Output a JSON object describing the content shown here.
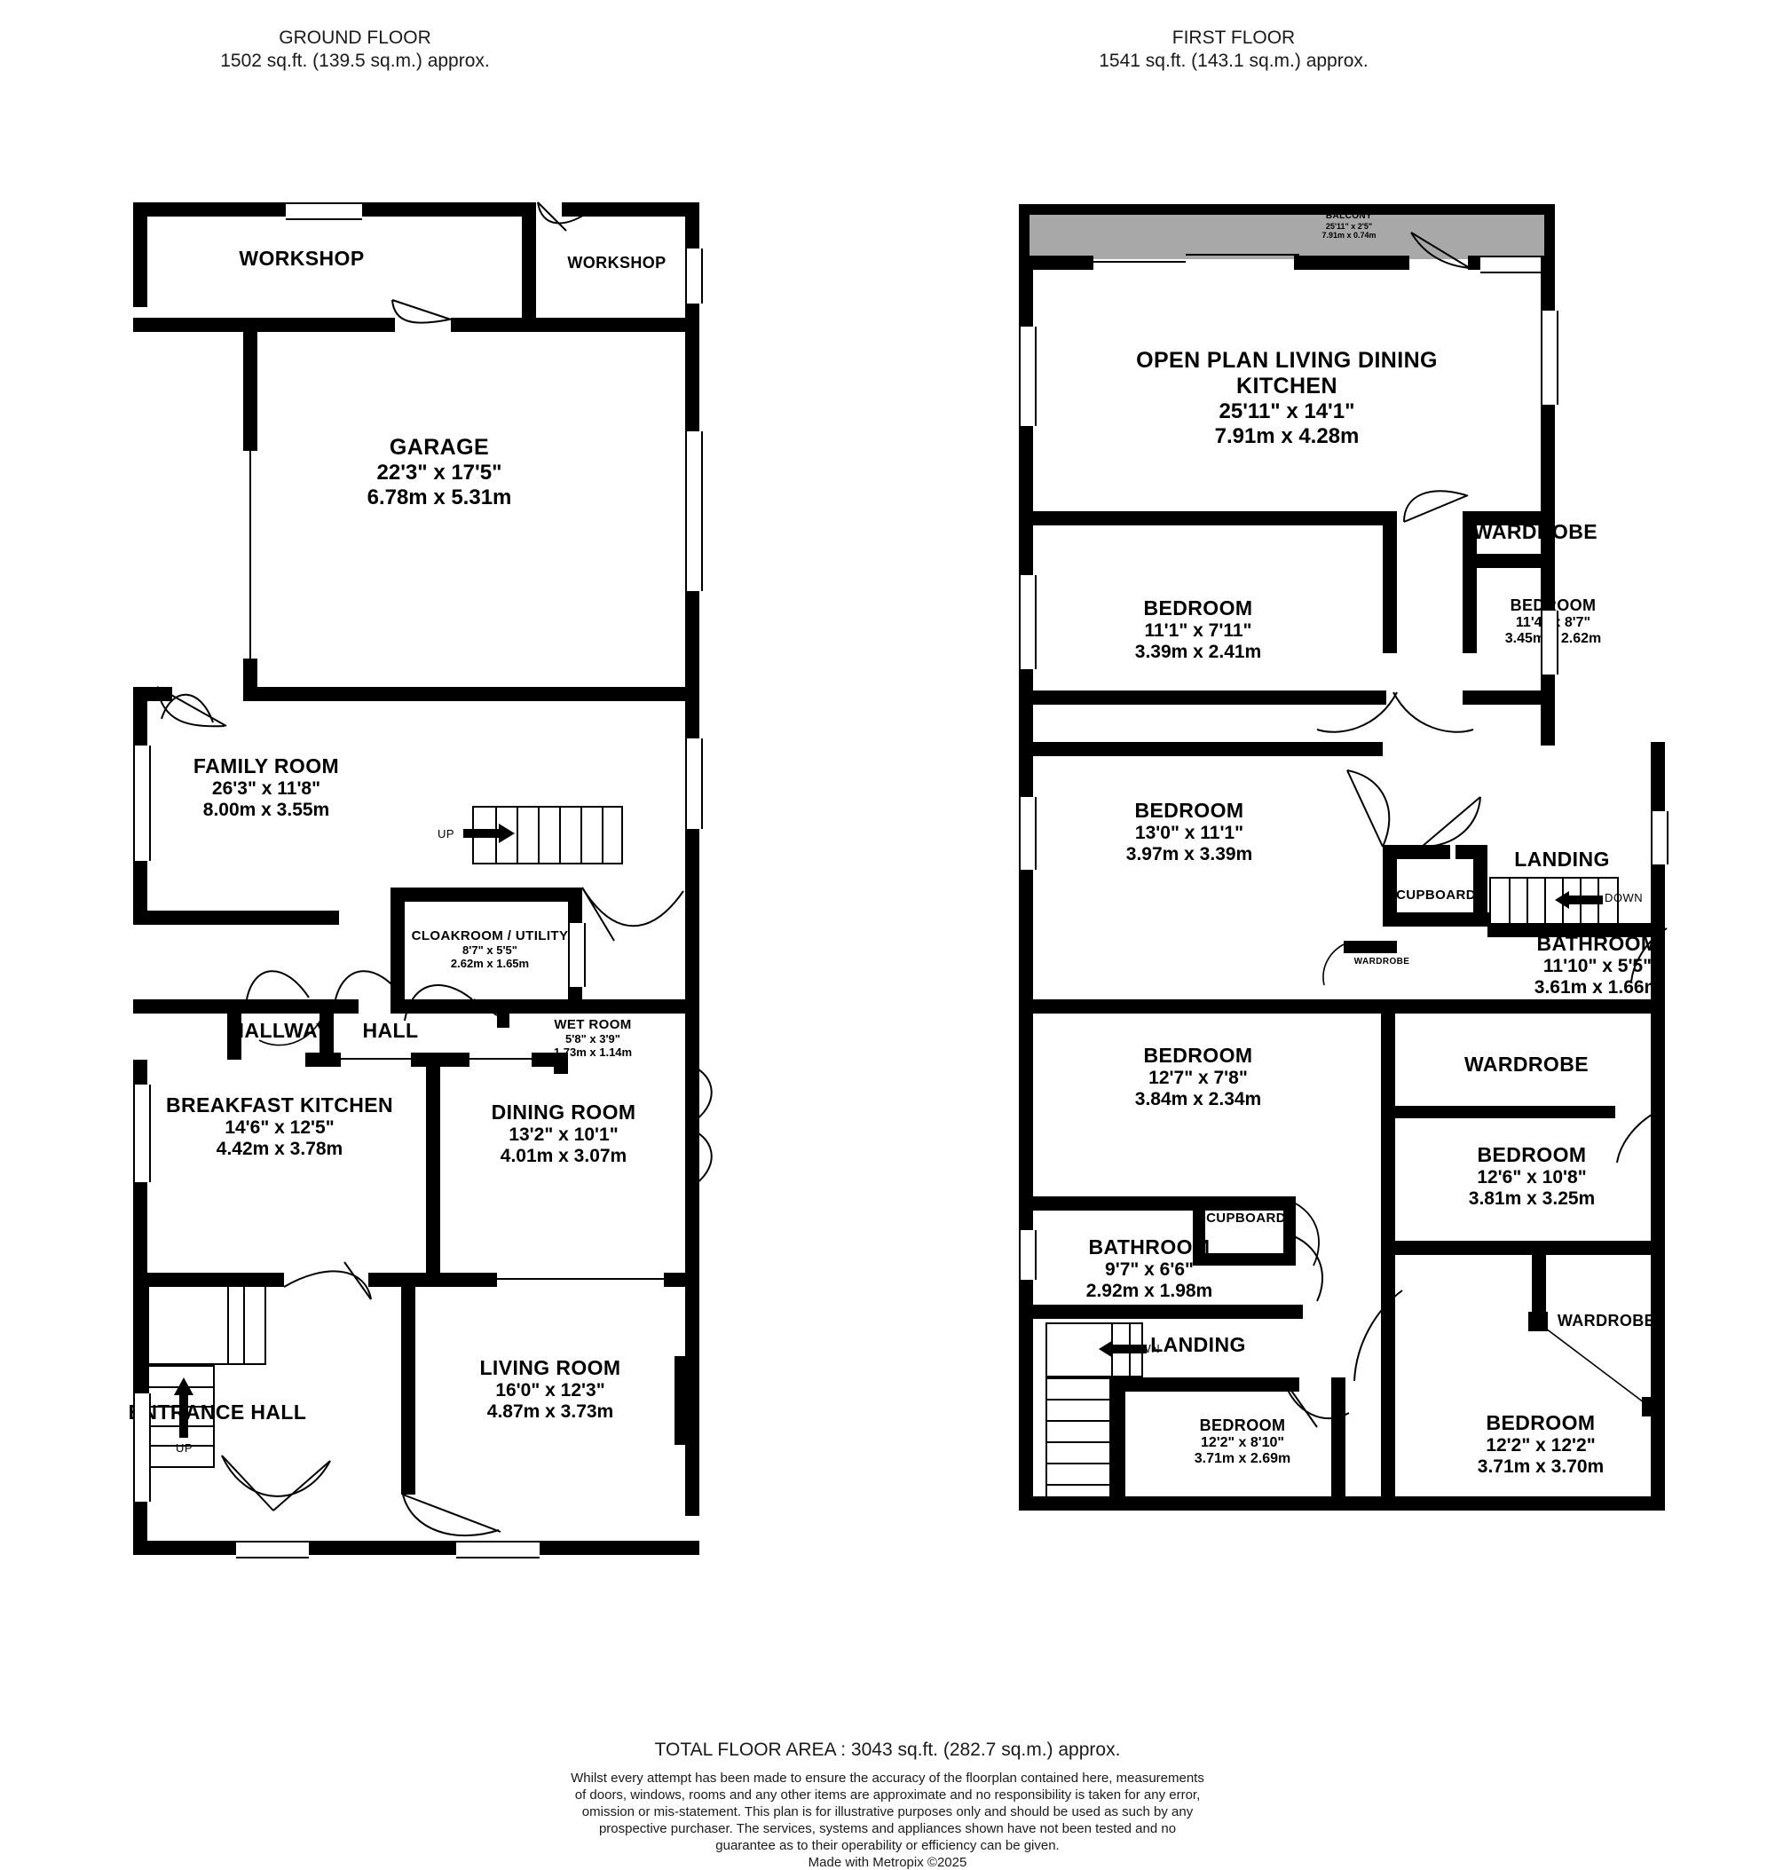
{
  "floors": [
    {
      "id": "ground",
      "title": "GROUND FLOOR",
      "area": "1502 sq.ft. (139.5 sq.m.) approx.",
      "rooms": [
        {
          "name": "WORKSHOP",
          "imperial": "",
          "metric": ""
        },
        {
          "name": "WORKSHOP",
          "imperial": "",
          "metric": ""
        },
        {
          "name": "GARAGE",
          "imperial": "22'3\"  x 17'5\"",
          "metric": "6.78m  x 5.31m"
        },
        {
          "name": "FAMILY ROOM",
          "imperial": "26'3\"  x 11'8\"",
          "metric": "8.00m  x 3.55m"
        },
        {
          "name": "CLOAKROOM / UTILITY",
          "imperial": "8'7\"  x 5'5\"",
          "metric": "2.62m  x 1.65m"
        },
        {
          "name": "HALLWAY",
          "imperial": "",
          "metric": ""
        },
        {
          "name": "HALL",
          "imperial": "",
          "metric": ""
        },
        {
          "name": "WET ROOM",
          "imperial": "5'8\"  x 3'9\"",
          "metric": "1.73m  x 1.14m"
        },
        {
          "name": "BREAKFAST KITCHEN",
          "imperial": "14'6\"  x 12'5\"",
          "metric": "4.42m  x 3.78m"
        },
        {
          "name": "DINING ROOM",
          "imperial": "13'2\"  x 10'1\"",
          "metric": "4.01m  x 3.07m"
        },
        {
          "name": "ENTRANCE HALL",
          "imperial": "",
          "metric": ""
        },
        {
          "name": "LIVING ROOM",
          "imperial": "16'0\"  x 12'3\"",
          "metric": "4.87m  x 3.73m"
        }
      ],
      "stair_markers": [
        {
          "label": "UP"
        },
        {
          "label": "UP"
        }
      ]
    },
    {
      "id": "first",
      "title": "FIRST FLOOR",
      "area": "1541 sq.ft. (143.1 sq.m.) approx.",
      "rooms": [
        {
          "name": "BALCONY",
          "imperial": "25'11\"  x 2'5\"",
          "metric": "7.91m  x 0.74m"
        },
        {
          "name": "OPEN PLAN LIVING DINING KITCHEN",
          "name_line1": "OPEN PLAN LIVING DINING",
          "name_line2": "KITCHEN",
          "imperial": "25'11\"  x 14'1\"",
          "metric": "7.91m  x 4.28m"
        },
        {
          "name": "BEDROOM",
          "imperial": "11'1\"  x 7'11\"",
          "metric": "3.39m  x 2.41m"
        },
        {
          "name": "WARDROBE",
          "imperial": "",
          "metric": ""
        },
        {
          "name": "BEDROOM",
          "imperial": "11'4\"  x 8'7\"",
          "metric": "3.45m  x 2.62m"
        },
        {
          "name": "BEDROOM",
          "imperial": "13'0\"  x 11'1\"",
          "metric": "3.97m  x 3.39m"
        },
        {
          "name": "CUPBOARD",
          "imperial": "",
          "metric": ""
        },
        {
          "name": "LANDING",
          "imperial": "",
          "metric": ""
        },
        {
          "name": "BATHROOM",
          "imperial": "11'10\"  x 5'5\"",
          "metric": "3.61m  x 1.66m"
        },
        {
          "name": "WARDROBE",
          "imperial": "",
          "metric": ""
        },
        {
          "name": "BEDROOM",
          "imperial": "12'7\"  x 7'8\"",
          "metric": "3.84m  x 2.34m"
        },
        {
          "name": "WARDROBE",
          "imperial": "",
          "metric": ""
        },
        {
          "name": "CUPBOARD",
          "imperial": "",
          "metric": ""
        },
        {
          "name": "BEDROOM",
          "imperial": "12'6\"  x 10'8\"",
          "metric": "3.81m  x 3.25m"
        },
        {
          "name": "BATHROOM",
          "imperial": "9'7\"  x 6'6\"",
          "metric": "2.92m  x 1.98m"
        },
        {
          "name": "LANDING",
          "imperial": "",
          "metric": ""
        },
        {
          "name": "WARDROBE",
          "imperial": "",
          "metric": ""
        },
        {
          "name": "BEDROOM",
          "imperial": "12'2\"  x 8'10\"",
          "metric": "3.71m  x 2.69m"
        },
        {
          "name": "BEDROOM",
          "imperial": "12'2\"  x 12'2\"",
          "metric": "3.71m  x 3.70m"
        }
      ],
      "stair_markers": [
        {
          "label": "DOWN"
        },
        {
          "label": "DOWN"
        }
      ]
    }
  ],
  "ground": {
    "title": "GROUND FLOOR",
    "area": "1502 sq.ft. (139.5 sq.m.) approx.",
    "workshop_1": {
      "name": "WORKSHOP"
    },
    "workshop_2": {
      "name": "WORKSHOP"
    },
    "garage": {
      "name": "GARAGE",
      "imperial": "22'3\"  x 17'5\"",
      "metric": "6.78m  x 5.31m"
    },
    "family_room": {
      "name": "FAMILY ROOM",
      "imperial": "26'3\"  x 11'8\"",
      "metric": "8.00m  x 3.55m"
    },
    "cloakroom": {
      "name": "CLOAKROOM / UTILITY",
      "imperial": "8'7\"  x 5'5\"",
      "metric": "2.62m  x 1.65m"
    },
    "hallway": {
      "name": "HALLWAY"
    },
    "hall": {
      "name": "HALL"
    },
    "wet_room": {
      "name": "WET ROOM",
      "imperial": "5'8\"  x 3'9\"",
      "metric": "1.73m  x 1.14m"
    },
    "breakfast_kitchen": {
      "name": "BREAKFAST KITCHEN",
      "imperial": "14'6\"  x 12'5\"",
      "metric": "4.42m  x 3.78m"
    },
    "dining_room": {
      "name": "DINING ROOM",
      "imperial": "13'2\"  x 10'1\"",
      "metric": "4.01m  x 3.07m"
    },
    "entrance_hall": {
      "name": "ENTRANCE HALL"
    },
    "living_room": {
      "name": "LIVING ROOM",
      "imperial": "16'0\"  x 12'3\"",
      "metric": "4.87m  x 3.73m"
    },
    "stair_up_1": "UP",
    "stair_up_2": "UP"
  },
  "first": {
    "title": "FIRST FLOOR",
    "area": "1541 sq.ft. (143.1 sq.m.) approx.",
    "balcony": {
      "name": "BALCONY",
      "imperial": "25'11\"  x 2'5\"",
      "metric": "7.91m  x 0.74m"
    },
    "open_plan": {
      "line1": "OPEN PLAN LIVING DINING",
      "line2": "KITCHEN",
      "imperial": "25'11\"  x 14'1\"",
      "metric": "7.91m  x 4.28m"
    },
    "bedroom_1": {
      "name": "BEDROOM",
      "imperial": "11'1\"  x 7'11\"",
      "metric": "3.39m  x 2.41m"
    },
    "wardrobe_1": {
      "name": "WARDROBE"
    },
    "bedroom_2": {
      "name": "BEDROOM",
      "imperial": "11'4\"  x 8'7\"",
      "metric": "3.45m  x 2.62m"
    },
    "bedroom_3": {
      "name": "BEDROOM",
      "imperial": "13'0\"  x 11'1\"",
      "metric": "3.97m  x 3.39m"
    },
    "cupboard_1": {
      "name": "CUPBOARD"
    },
    "landing_1": {
      "name": "LANDING"
    },
    "bathroom_1": {
      "name": "BATHROOM",
      "imperial": "11'10\"  x 5'5\"",
      "metric": "3.61m  x 1.66m"
    },
    "wardrobe_small": {
      "name": "WARDROBE"
    },
    "wardrobe_2": {
      "name": "WARDROBE"
    },
    "bedroom_4": {
      "name": "BEDROOM",
      "imperial": "12'7\"  x 7'8\"",
      "metric": "3.84m  x 2.34m"
    },
    "cupboard_2": {
      "name": "CUPBOARD"
    },
    "bedroom_5": {
      "name": "BEDROOM",
      "imperial": "12'6\"  x 10'8\"",
      "metric": "3.81m  x 3.25m"
    },
    "bathroom_2": {
      "name": "BATHROOM",
      "imperial": "9'7\"  x 6'6\"",
      "metric": "2.92m  x 1.98m"
    },
    "landing_2": {
      "name": "LANDING"
    },
    "wardrobe_3": {
      "name": "WARDROBE"
    },
    "bedroom_6": {
      "name": "BEDROOM",
      "imperial": "12'2\"  x 8'10\"",
      "metric": "3.71m  x 2.69m"
    },
    "bedroom_7": {
      "name": "BEDROOM",
      "imperial": "12'2\"  x 12'2\"",
      "metric": "3.71m  x 3.70m"
    },
    "stair_down_1": "DOWN",
    "stair_down_2": "DOWN"
  },
  "footer": {
    "total_area": "TOTAL FLOOR AREA : 3043 sq.ft. (282.7 sq.m.) approx.",
    "disclaimer": "Whilst every attempt has been made to ensure the accuracy of the floorplan contained here, measurements of doors, windows, rooms and any other items are approximate and no responsibility is taken for any error, omission or mis-statement. This plan is for illustrative purposes only and should be used as such by any prospective purchaser. The services, systems and appliances shown have not been tested and no guarantee as to their operability or efficiency can be given.",
    "made_with": "Made with Metropix ©2025"
  },
  "colors": {
    "wall": "#000000",
    "background": "#ffffff",
    "balcony_fill": "#a8a8a8",
    "text": "#1a1a1a"
  }
}
